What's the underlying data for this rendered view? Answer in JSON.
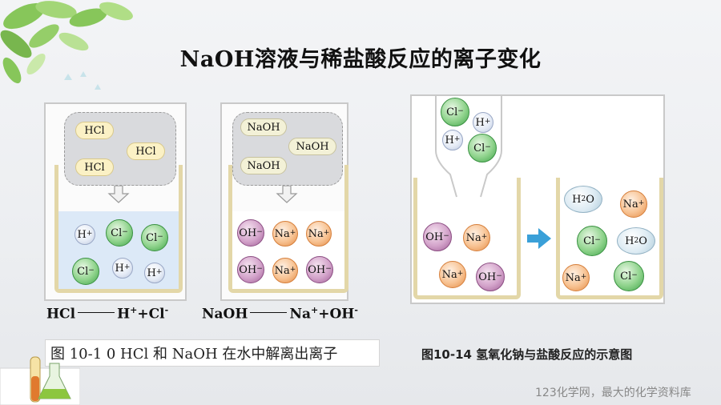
{
  "title": "NaOH溶液与稀盐酸反应的离子变化",
  "panel_hcl": {
    "molecules": [
      "HCl",
      "HCl",
      "HCl"
    ],
    "ions": [
      "H",
      "Cl",
      "Cl",
      "Cl",
      "H",
      "H"
    ],
    "ion_charges": [
      "+",
      "−",
      "−",
      "−",
      "+",
      "+"
    ],
    "equation_left": "HCl",
    "equation_right_1": "H",
    "equation_right_2": "+Cl",
    "equation_sup_1": "+",
    "equation_sup_2": "-"
  },
  "panel_naoh": {
    "molecules": [
      "NaOH",
      "NaOH",
      "NaOH"
    ],
    "ions": [
      "OH",
      "Na",
      "Na",
      "OH",
      "Na",
      "OH"
    ],
    "ion_charges": [
      "−",
      "+",
      "+",
      "−",
      "+",
      "−"
    ],
    "equation_left": "NaOH",
    "equation_right_1": "Na",
    "equation_right_2": "+OH",
    "equation_sup_1": "+",
    "equation_sup_2": "-"
  },
  "panel_reaction": {
    "funnel_ions": [
      "Cl",
      "H",
      "H",
      "Cl"
    ],
    "funnel_charges": [
      "−",
      "+",
      "+",
      "−"
    ],
    "left_ions": [
      "OH",
      "Na",
      "Na",
      "OH"
    ],
    "left_charges": [
      "−",
      "+",
      "+",
      "−"
    ],
    "right_ions": [
      "Na",
      "Cl",
      "Na",
      "Cl"
    ],
    "right_charges": [
      "+",
      "−",
      "+",
      "−"
    ],
    "water_h": "H",
    "water_sub": "2",
    "water_o": "O"
  },
  "caption_left": "图 10-1 0  HCl 和 NaOH 在水中解离出离子",
  "caption_right": "图10-14    氢氧化钠与盐酸反应的示意图",
  "watermark": "123化学网，最大的化学资料库",
  "colors": {
    "cl_ion": "#5cbf5f",
    "h_ion": "#dfe6f3",
    "na_ion": "#f3b27c",
    "oh_ion": "#c88dbd",
    "water_molecule": "#d2e5ef",
    "arrow": "#3aa0d8"
  }
}
